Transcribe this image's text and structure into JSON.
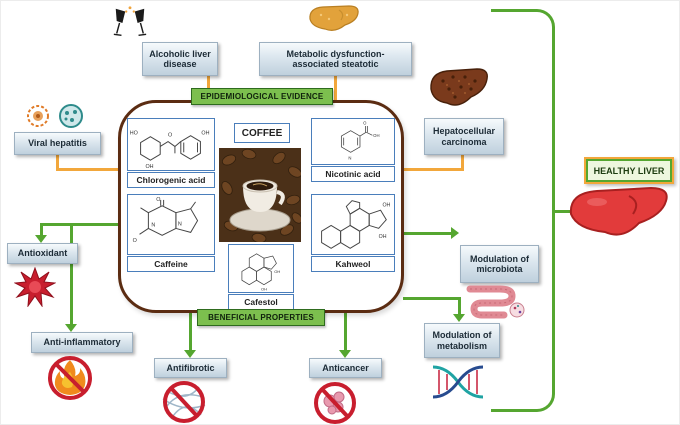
{
  "banners": {
    "top": "EPIDEMIOLOGICAL EVIDENCE",
    "bottom": "BENEFICIAL PROPERTIES"
  },
  "coffee": {
    "label": "COFFEE",
    "compounds": [
      {
        "name": "Chlorogenic acid",
        "atoms": [
          "HO",
          "O",
          "OH",
          "OH"
        ]
      },
      {
        "name": "Nicotinic acid",
        "atoms": [
          "O",
          "OH",
          "N"
        ]
      },
      {
        "name": "Caffeine",
        "atoms": [
          "O",
          "N",
          "N",
          "O"
        ]
      },
      {
        "name": "Kahweol",
        "atoms": [
          "OH",
          "OH"
        ]
      },
      {
        "name": "Cafestol",
        "atoms": [
          "OH",
          "OH"
        ]
      }
    ]
  },
  "diseases": [
    {
      "label": "Alcoholic liver disease"
    },
    {
      "label": "Metabolic dysfunction-associated steatotic"
    },
    {
      "label": "Viral hepatitis"
    },
    {
      "label": "Hepatocellular carcinoma"
    }
  ],
  "benefits": [
    {
      "label": "Antioxidant"
    },
    {
      "label": "Anti-inflammatory"
    },
    {
      "label": "Antifibrotic"
    },
    {
      "label": "Anticancer"
    },
    {
      "label": "Modulation of metabolism"
    },
    {
      "label": "Modulation of microbiota"
    }
  ],
  "outcome": {
    "label": "HEALTHY LIVER"
  },
  "colors": {
    "evidence_line": "#F2A73B",
    "benefit_line": "#55A630",
    "banner_bg": "#7CBF4E",
    "banner_border": "#2E6B1E",
    "center_border": "#5B2C12",
    "prohibition_red": "#C81E2E"
  }
}
